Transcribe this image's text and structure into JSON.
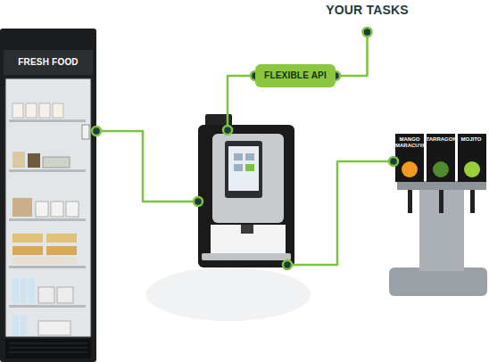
{
  "diagram": {
    "nodes": [
      {
        "text": [
          "YOUR TASKS"
        ]
      },
      {
        "text": [
          "FLEXIBLE API"
        ]
      },
      {
        "text": [
          "FRESH FOOD"
        ]
      },
      {
        "text": []
      },
      {
        "text": [
          "MANGO MARACUYA",
          "TARRAGON",
          "MOJITO"
        ]
      }
    ],
    "edges": [
      {
        "from": 2,
        "to": 3,
        "arrow": "none"
      },
      {
        "from": 3,
        "to": 1,
        "arrow": "none"
      },
      {
        "from": 1,
        "to": 0,
        "arrow": "none"
      },
      {
        "from": 3,
        "to": 4,
        "arrow": "none"
      }
    ]
  }
}
